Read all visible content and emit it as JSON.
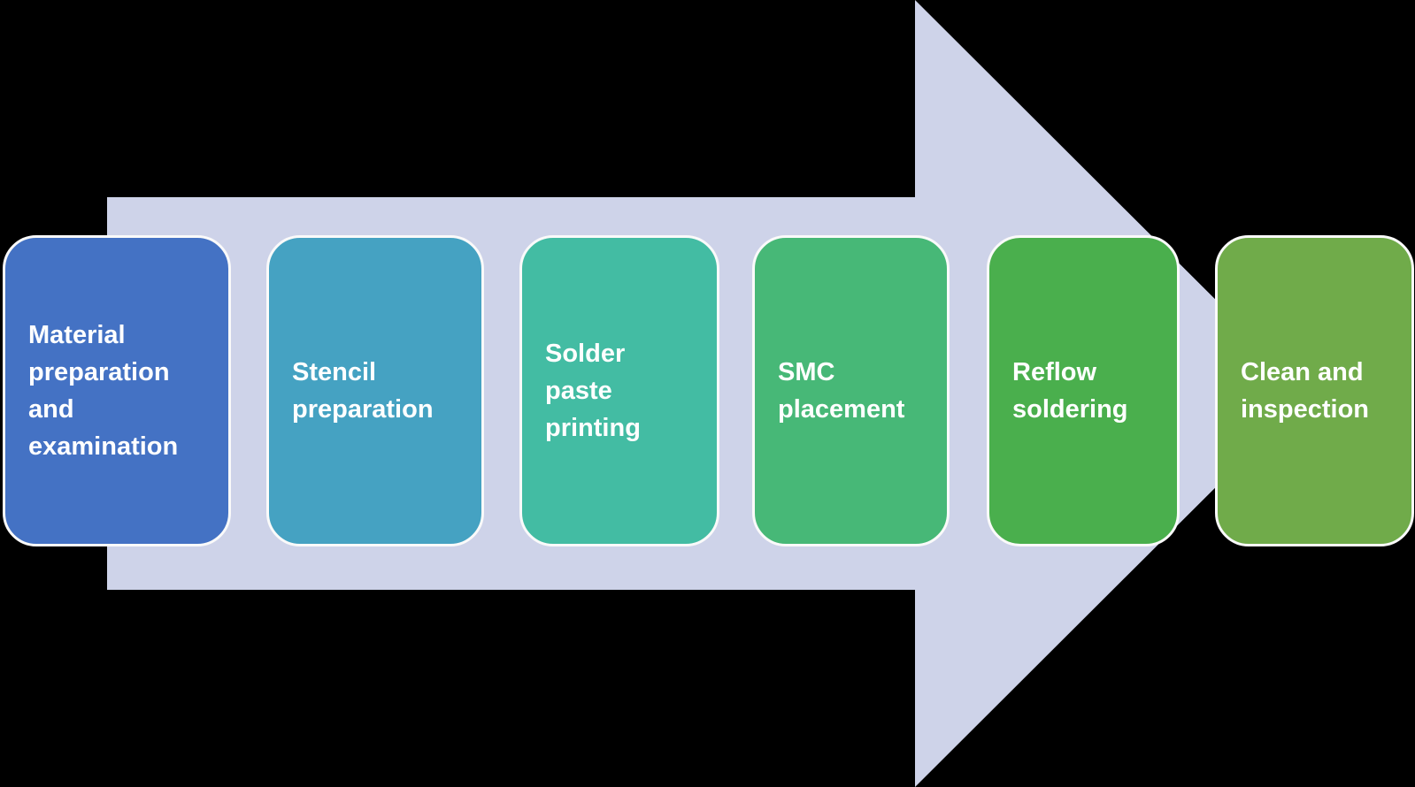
{
  "diagram": {
    "arrow": {
      "icon": "right-block-arrow",
      "color": "#CED3E9"
    },
    "text_color": "#FFFFFF",
    "steps": [
      {
        "label": "Material\npreparation\nand\nexamination",
        "color": "#4472C4"
      },
      {
        "label": "Stencil\npreparation",
        "color": "#45A2C2"
      },
      {
        "label": "Solder\npaste\nprinting",
        "color": "#43BCA3"
      },
      {
        "label": "SMC\nplacement",
        "color": "#47B877"
      },
      {
        "label": "Reflow\nsoldering",
        "color": "#4AAF4D"
      },
      {
        "label": "Clean and\ninspection",
        "color": "#70AB4A"
      }
    ]
  }
}
